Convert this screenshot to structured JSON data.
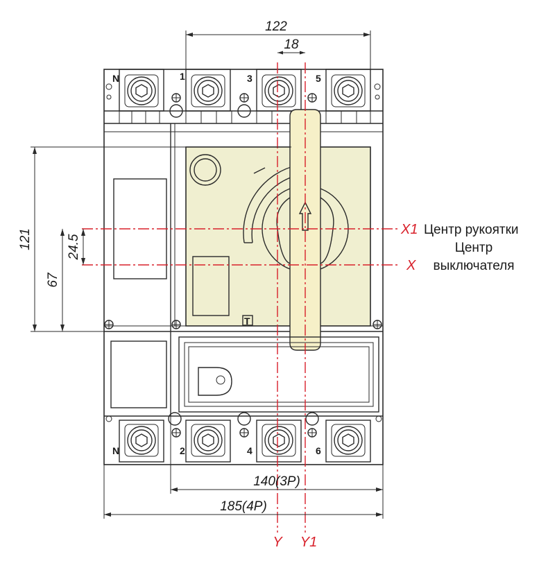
{
  "dimensions": {
    "width_top": "122",
    "offset_top": "18",
    "height_total": "121",
    "height_lower": "67",
    "offset_vertical": "24.5",
    "width_3p": "140(3P)",
    "width_4p": "185(4P)"
  },
  "axes": {
    "x1": "X1",
    "x": "X",
    "y": "Y",
    "y1": "Y1"
  },
  "notes": {
    "handle_center": "Центр рукоятки",
    "breaker_center_line1": "Центр",
    "breaker_center_line2": "выключателя"
  },
  "terminals": {
    "top": [
      "N",
      "1",
      "3",
      "5"
    ],
    "bottom": [
      "N",
      "2",
      "4",
      "6"
    ]
  },
  "marking_symbol": "T",
  "colors": {
    "axis_lines": "#d8202a",
    "panel_fill": "#f0efd0",
    "handle_fill": "#f6f0c8"
  }
}
